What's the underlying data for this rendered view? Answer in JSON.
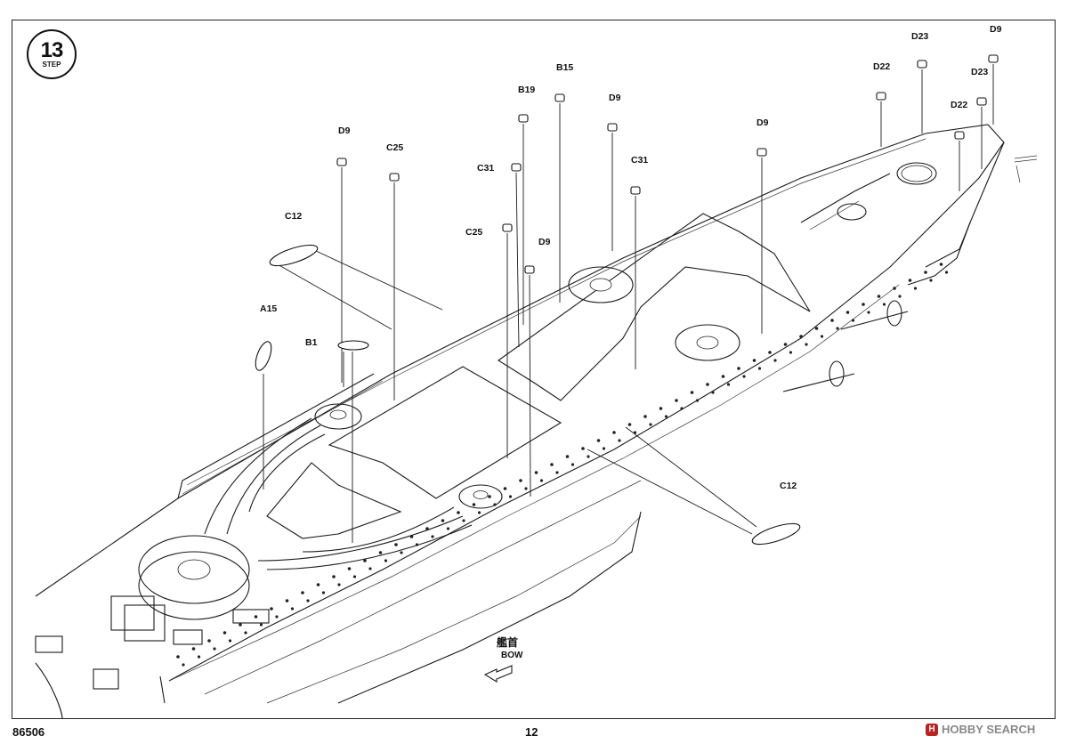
{
  "step": {
    "number": "13",
    "word": "STEP"
  },
  "footer": {
    "code": "86506",
    "page": "12"
  },
  "watermark": {
    "text": "HOBBY SEARCH"
  },
  "direction": {
    "jp": "艦首",
    "en": "BOW"
  },
  "part_labels": [
    "D9",
    "D23",
    "B15",
    "B19",
    "D9",
    "D22",
    "D23",
    "D22",
    "D9",
    "C25",
    "C31",
    "C31",
    "C25",
    "D9",
    "C12",
    "A15",
    "B1",
    "C12",
    "D9"
  ]
}
